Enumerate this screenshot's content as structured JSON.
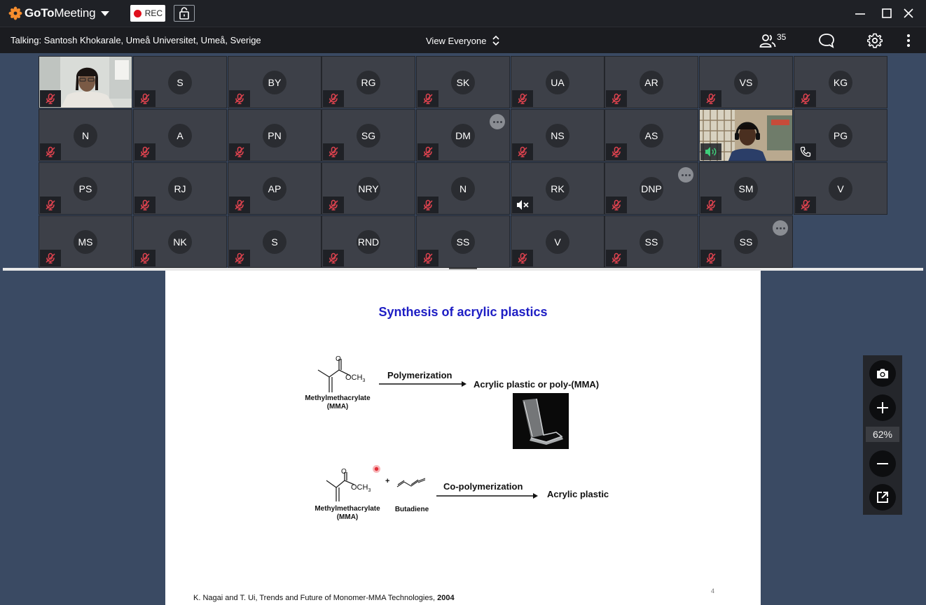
{
  "app": {
    "brand_bold": "GoTo",
    "brand_rest": "Meeting",
    "rec_label": "REC"
  },
  "toolbar": {
    "talking": "Talking: Santosh Khokarale, Umeå Universitet, Umeå, Sverige",
    "view_mode": "View Everyone",
    "attendee_count": "35"
  },
  "participants": [
    {
      "initials": "",
      "type": "video"
    },
    {
      "initials": "S"
    },
    {
      "initials": "BY"
    },
    {
      "initials": "RG"
    },
    {
      "initials": "SK"
    },
    {
      "initials": "UA"
    },
    {
      "initials": "AR"
    },
    {
      "initials": "VS"
    },
    {
      "initials": "KG"
    },
    {
      "initials": "N"
    },
    {
      "initials": "A"
    },
    {
      "initials": "PN"
    },
    {
      "initials": "SG"
    },
    {
      "initials": "DM"
    },
    {
      "initials": "NS"
    },
    {
      "initials": "AS"
    },
    {
      "initials": "",
      "type": "video"
    },
    {
      "initials": "PG"
    },
    {
      "initials": "PS"
    },
    {
      "initials": "RJ"
    },
    {
      "initials": "AP"
    },
    {
      "initials": "NRY"
    },
    {
      "initials": "N"
    },
    {
      "initials": "RK"
    },
    {
      "initials": "DNP"
    },
    {
      "initials": "SM"
    },
    {
      "initials": "V"
    },
    {
      "initials": "MS"
    },
    {
      "initials": "NK"
    },
    {
      "initials": "S"
    },
    {
      "initials": "RND"
    },
    {
      "initials": "SS"
    },
    {
      "initials": "V"
    },
    {
      "initials": "SS"
    },
    {
      "initials": "SS"
    }
  ],
  "slide": {
    "title": "Synthesis of acrylic plastics",
    "och3": "OCH",
    "och3_sub": "3",
    "o_label": "O",
    "mma_name": "Methylmethacrylate",
    "mma_abbr": "(MMA)",
    "polymerization": "Polymerization",
    "product1": "Acrylic plastic or poly-(MMA)",
    "plus": "+",
    "butadiene": "Butadiene",
    "copolymerization": "Co-polymerization",
    "product2": "Acrylic plastic",
    "citation_main": "K. Nagai and T. Ui, Trends and Future of Monomer-MMA Technologies, ",
    "citation_year": "2004",
    "page_number": "4"
  },
  "zoom": {
    "level": "62%"
  },
  "colors": {
    "title_blue": "#1d1dc4",
    "muted_mic": "#e0434f",
    "rec_red": "#e0101c",
    "logo_orange": "#f68d2e"
  }
}
